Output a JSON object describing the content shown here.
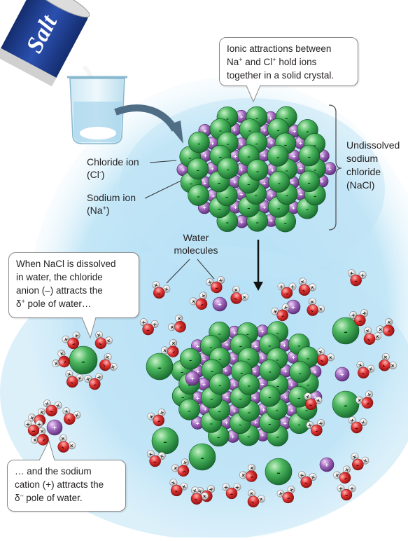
{
  "salt_label": "Salt",
  "callout_top": {
    "line1": "Ionic attractions between",
    "line2_a": "Na",
    "line2_sup1": "+",
    "line2_b": " and Cl",
    "line2_sup2": "+",
    "line2_c": " hold ions",
    "line3": "together in a solid crystal."
  },
  "chloride_label": {
    "name": "Chloride ion",
    "formula": "(Cl",
    "sup": "-",
    "close": ")"
  },
  "sodium_label": {
    "name": "Sodium ion",
    "formula": "(Na",
    "sup": "+",
    "close": ")"
  },
  "undissolved_label": [
    "Undissolved",
    "sodium",
    "chloride",
    "(NaCl)"
  ],
  "water_label": [
    "Water",
    "molecules"
  ],
  "callout_left_top": {
    "line1": "When NaCl is dissolved",
    "line2": "in water, the chloride",
    "line3": "anion (–) attracts the",
    "line4_a": "δ",
    "line4_sup": "+",
    "line4_b": " pole of water…"
  },
  "callout_left_bottom": {
    "line1": "… and the sodium",
    "line2": "cation (+) attracts the",
    "line3_a": "δ",
    "line3_sup": "–",
    "line3_b": " pole of water."
  },
  "ion_symbols": {
    "chloride": "–",
    "sodium": "+"
  },
  "colors": {
    "water_bg": "#bfe3f5",
    "chloride": "#2e9b4a",
    "sodium": "#9a5fb4",
    "oxygen": "#d92b2b",
    "hydrogen": "#e6e6e6",
    "salt_box": "#1d3a8a"
  }
}
